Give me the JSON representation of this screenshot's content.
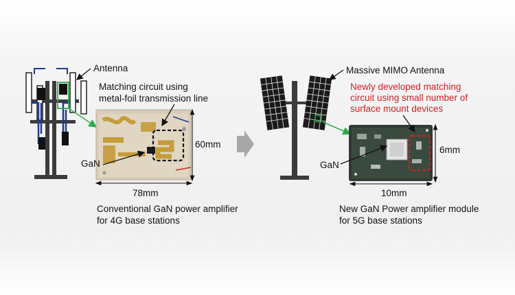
{
  "left": {
    "antenna_label": "Antenna",
    "matching_label": [
      "Matching circuit using",
      "metal-foil transmission line"
    ],
    "gan_label": "GaN",
    "height_label": "60mm",
    "width_label": "78mm",
    "caption": [
      "Conventional GaN power amplifier",
      "for 4G base stations"
    ]
  },
  "right": {
    "antenna_label": "Massive MIMO Antenna",
    "matching_label": [
      "Newly developed matching",
      "circuit using small number of",
      "surface mount devices"
    ],
    "gan_label": "GaN",
    "height_label": "6mm",
    "width_label": "10mm",
    "caption": [
      "New GaN Power amplifier module",
      "for 5G base stations"
    ]
  },
  "colors": {
    "accent_red": "#d21f26",
    "pointer_green": "#2eaa4a",
    "arrow_gray": "#a8a8a8"
  }
}
